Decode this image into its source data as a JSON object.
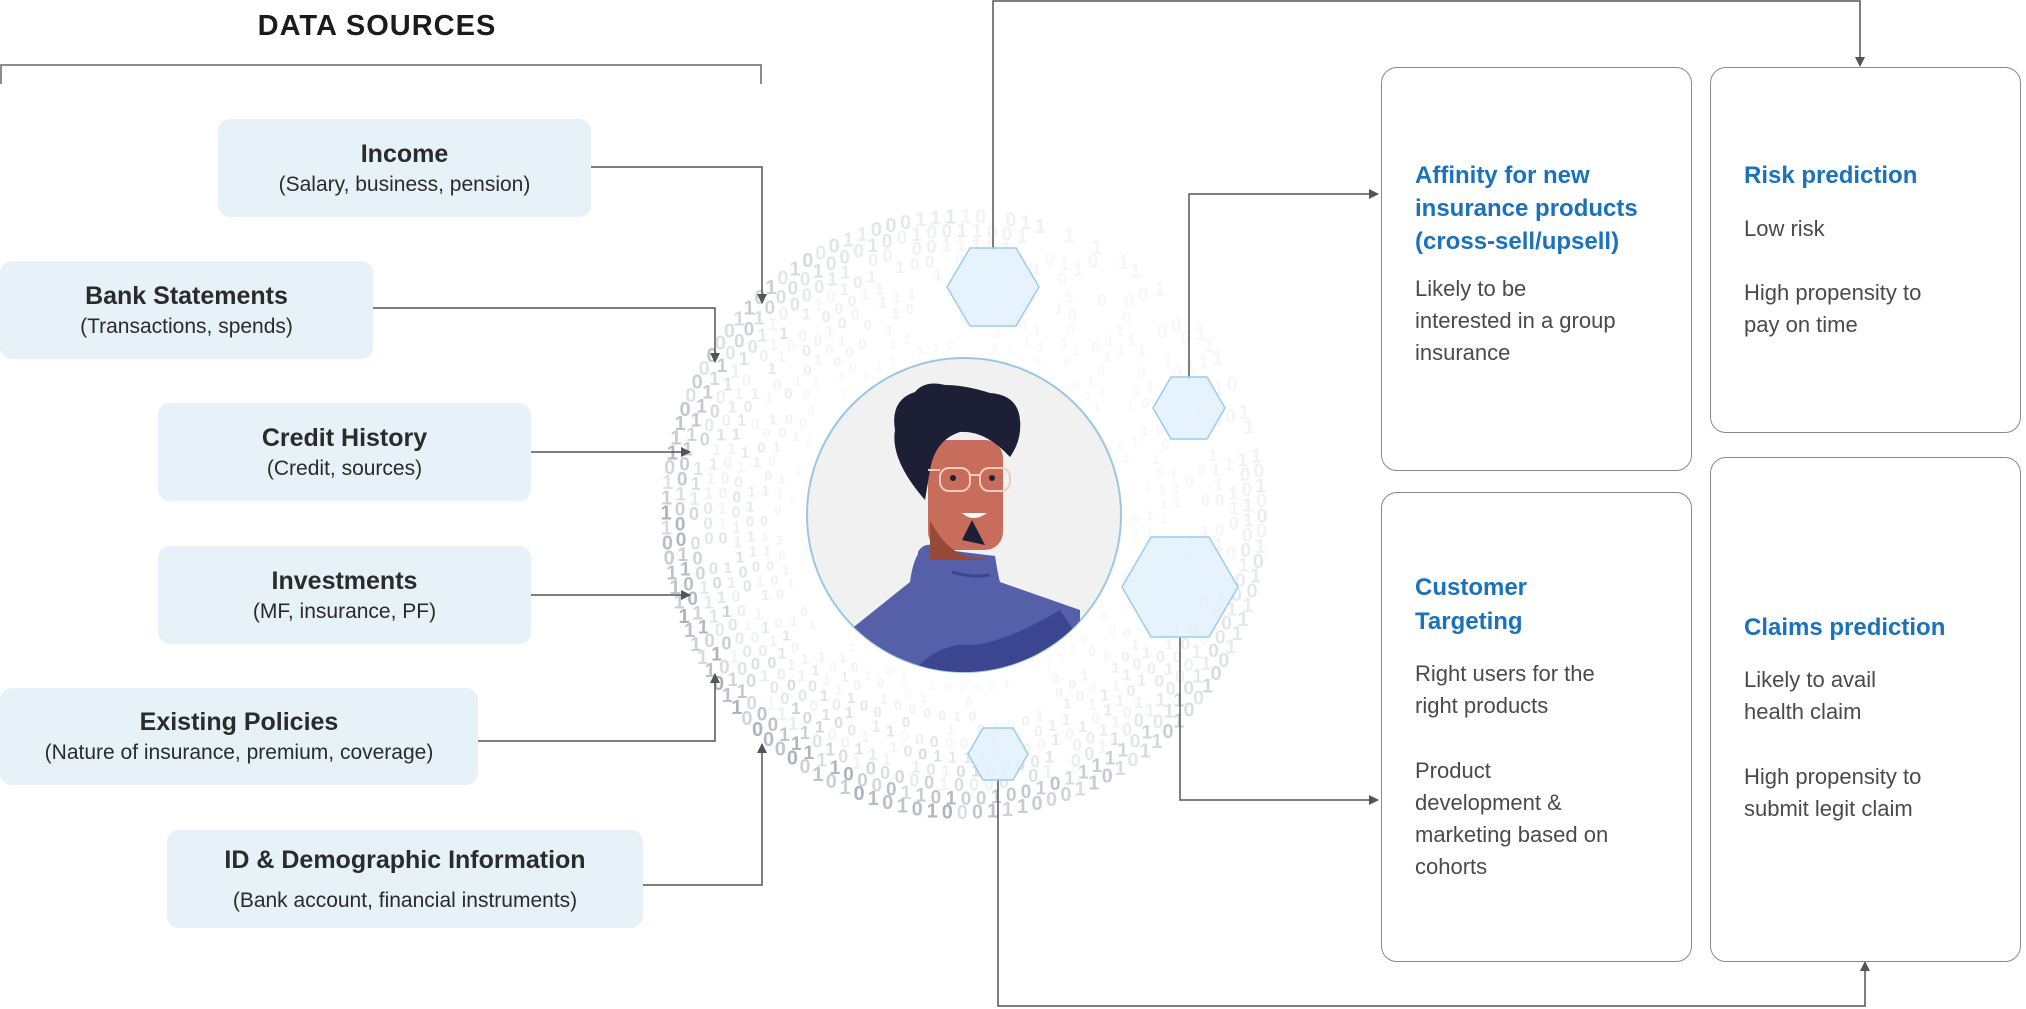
{
  "title": "DATA SOURCES",
  "sources": [
    {
      "name": "Income",
      "detail": "(Salary, business, pension)"
    },
    {
      "name": "Bank Statements",
      "detail": "(Transactions, spends)"
    },
    {
      "name": "Credit History",
      "detail": "(Credit, sources)"
    },
    {
      "name": "Investments",
      "detail": "(MF, insurance, PF)"
    },
    {
      "name": "Existing Policies",
      "detail": "(Nature of insurance, premium, coverage)"
    },
    {
      "name": "ID & Demographic Information",
      "detail": "(Bank account, financial instruments)"
    }
  ],
  "outcomes": {
    "affinity": {
      "title": [
        "Affinity for new",
        "insurance products",
        "(cross-sell/upsell)"
      ],
      "body": [
        "Likely to be",
        "interested in a group",
        "insurance"
      ]
    },
    "risk": {
      "title": [
        "Risk prediction"
      ],
      "body": [
        "Low risk",
        "High propensity to",
        "pay on time"
      ]
    },
    "targeting": {
      "title": [
        "Customer",
        "Targeting"
      ],
      "body": [
        "Right users for the",
        "right products",
        "Product",
        "development &",
        "marketing based on",
        "cohorts"
      ]
    },
    "claims": {
      "title": [
        "Claims prediction"
      ],
      "body": [
        "Likely to avail",
        "health claim",
        "High propensity to",
        "submit legit claim"
      ]
    }
  },
  "colors": {
    "accent": "#1a72bd",
    "source_bg": "#e6f1f8",
    "line": "#555555"
  }
}
